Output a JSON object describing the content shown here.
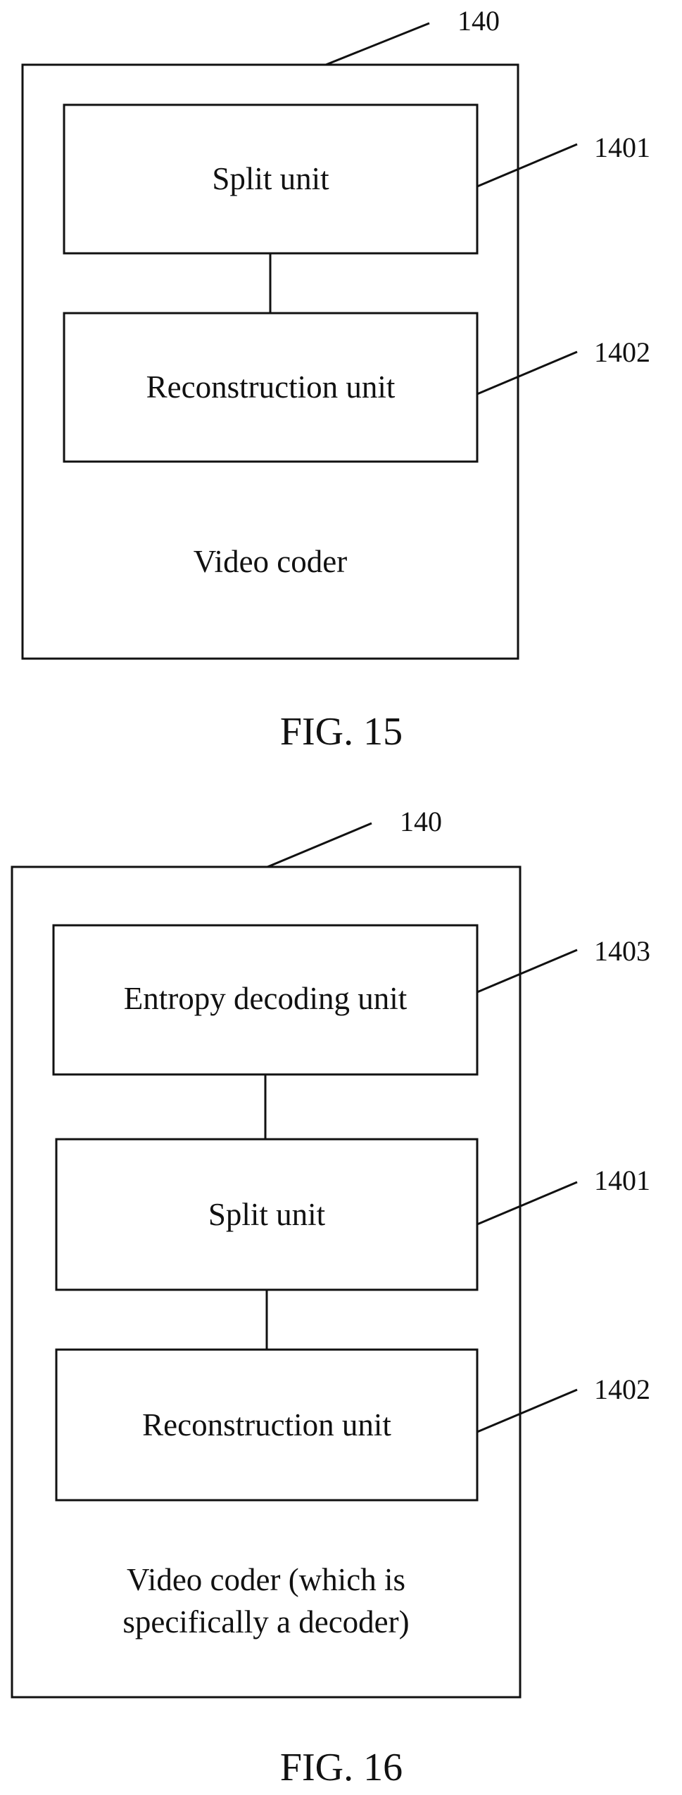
{
  "fig15": {
    "container_ref": "140",
    "blocks": [
      {
        "label": "Split unit",
        "ref": "1401"
      },
      {
        "label": "Reconstruction unit",
        "ref": "1402"
      }
    ],
    "container_label": "Video coder",
    "caption": "FIG. 15"
  },
  "fig16": {
    "container_ref": "140",
    "blocks": [
      {
        "label": "Entropy decoding unit",
        "ref": "1403"
      },
      {
        "label": "Split unit",
        "ref": "1401"
      },
      {
        "label": "Reconstruction unit",
        "ref": "1402"
      }
    ],
    "container_label_line1": "Video coder (which is",
    "container_label_line2": "specifically a decoder)",
    "caption": "FIG. 16"
  }
}
